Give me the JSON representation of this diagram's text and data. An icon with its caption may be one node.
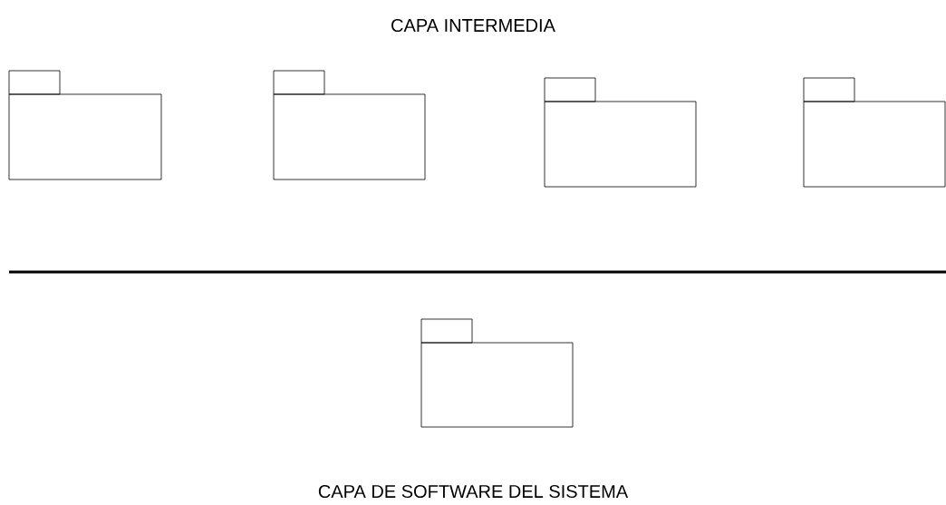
{
  "diagram": {
    "nodes": [
      {
        "text": [],
        "shape": "folder"
      },
      {
        "text": [],
        "shape": "folder"
      },
      {
        "text": [],
        "shape": "folder"
      },
      {
        "text": [],
        "shape": "folder"
      },
      {
        "text": [],
        "shape": "folder"
      }
    ],
    "labels": [
      "CAPA INTERMEDIA",
      "CAPA DE SOFTWARE DEL SISTEMA"
    ]
  }
}
